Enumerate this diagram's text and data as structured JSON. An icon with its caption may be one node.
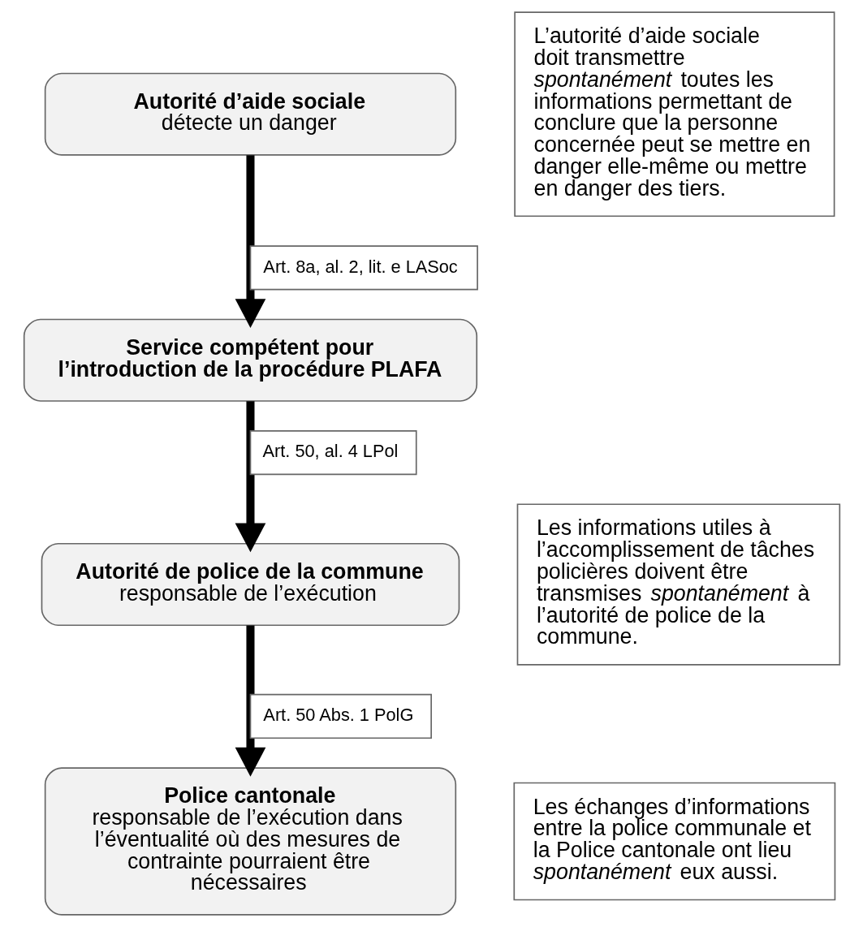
{
  "diagram": {
    "nodes": [
      {
        "text": [
          "Autorité d’aide sociale",
          "détecte un danger"
        ]
      },
      {
        "text": [
          "Service compétent pour l’introduction de la procédure PLAFA"
        ]
      },
      {
        "text": [
          "Autorité de police de la commune",
          "responsable de l’exécution"
        ]
      },
      {
        "text": [
          "Police cantonale",
          "responsable de l’exécution dans l’éventualité où des mesures de contrainte pourraient être nécessaires"
        ]
      },
      {
        "text": [
          "L’autorité d’aide sociale doit transmettre *spontanément* toutes les informations permettant de conclure que la personne concernée peut se mettre en danger elle-même ou mettre en danger des tiers."
        ]
      },
      {
        "text": [
          "Les informations utiles à l’accomplissement de tâches policières doivent être transmises *spontanément* à l’autorité de police de la commune."
        ]
      },
      {
        "text": [
          "Les échanges d’informations entre la police communale et la Police cantonale ont lieu *spontanément* eux aussi."
        ]
      }
    ],
    "edges": [
      {
        "from": 0,
        "to": 1,
        "arrow": "to",
        "label": "Art. 8a, al. 2, lit. e LASoc"
      },
      {
        "from": 1,
        "to": 2,
        "arrow": "to",
        "label": "Art. 50, al. 4 LPol"
      },
      {
        "from": 2,
        "to": 3,
        "arrow": "to",
        "label": "Art. 50 Abs. 1 PolG"
      }
    ]
  }
}
